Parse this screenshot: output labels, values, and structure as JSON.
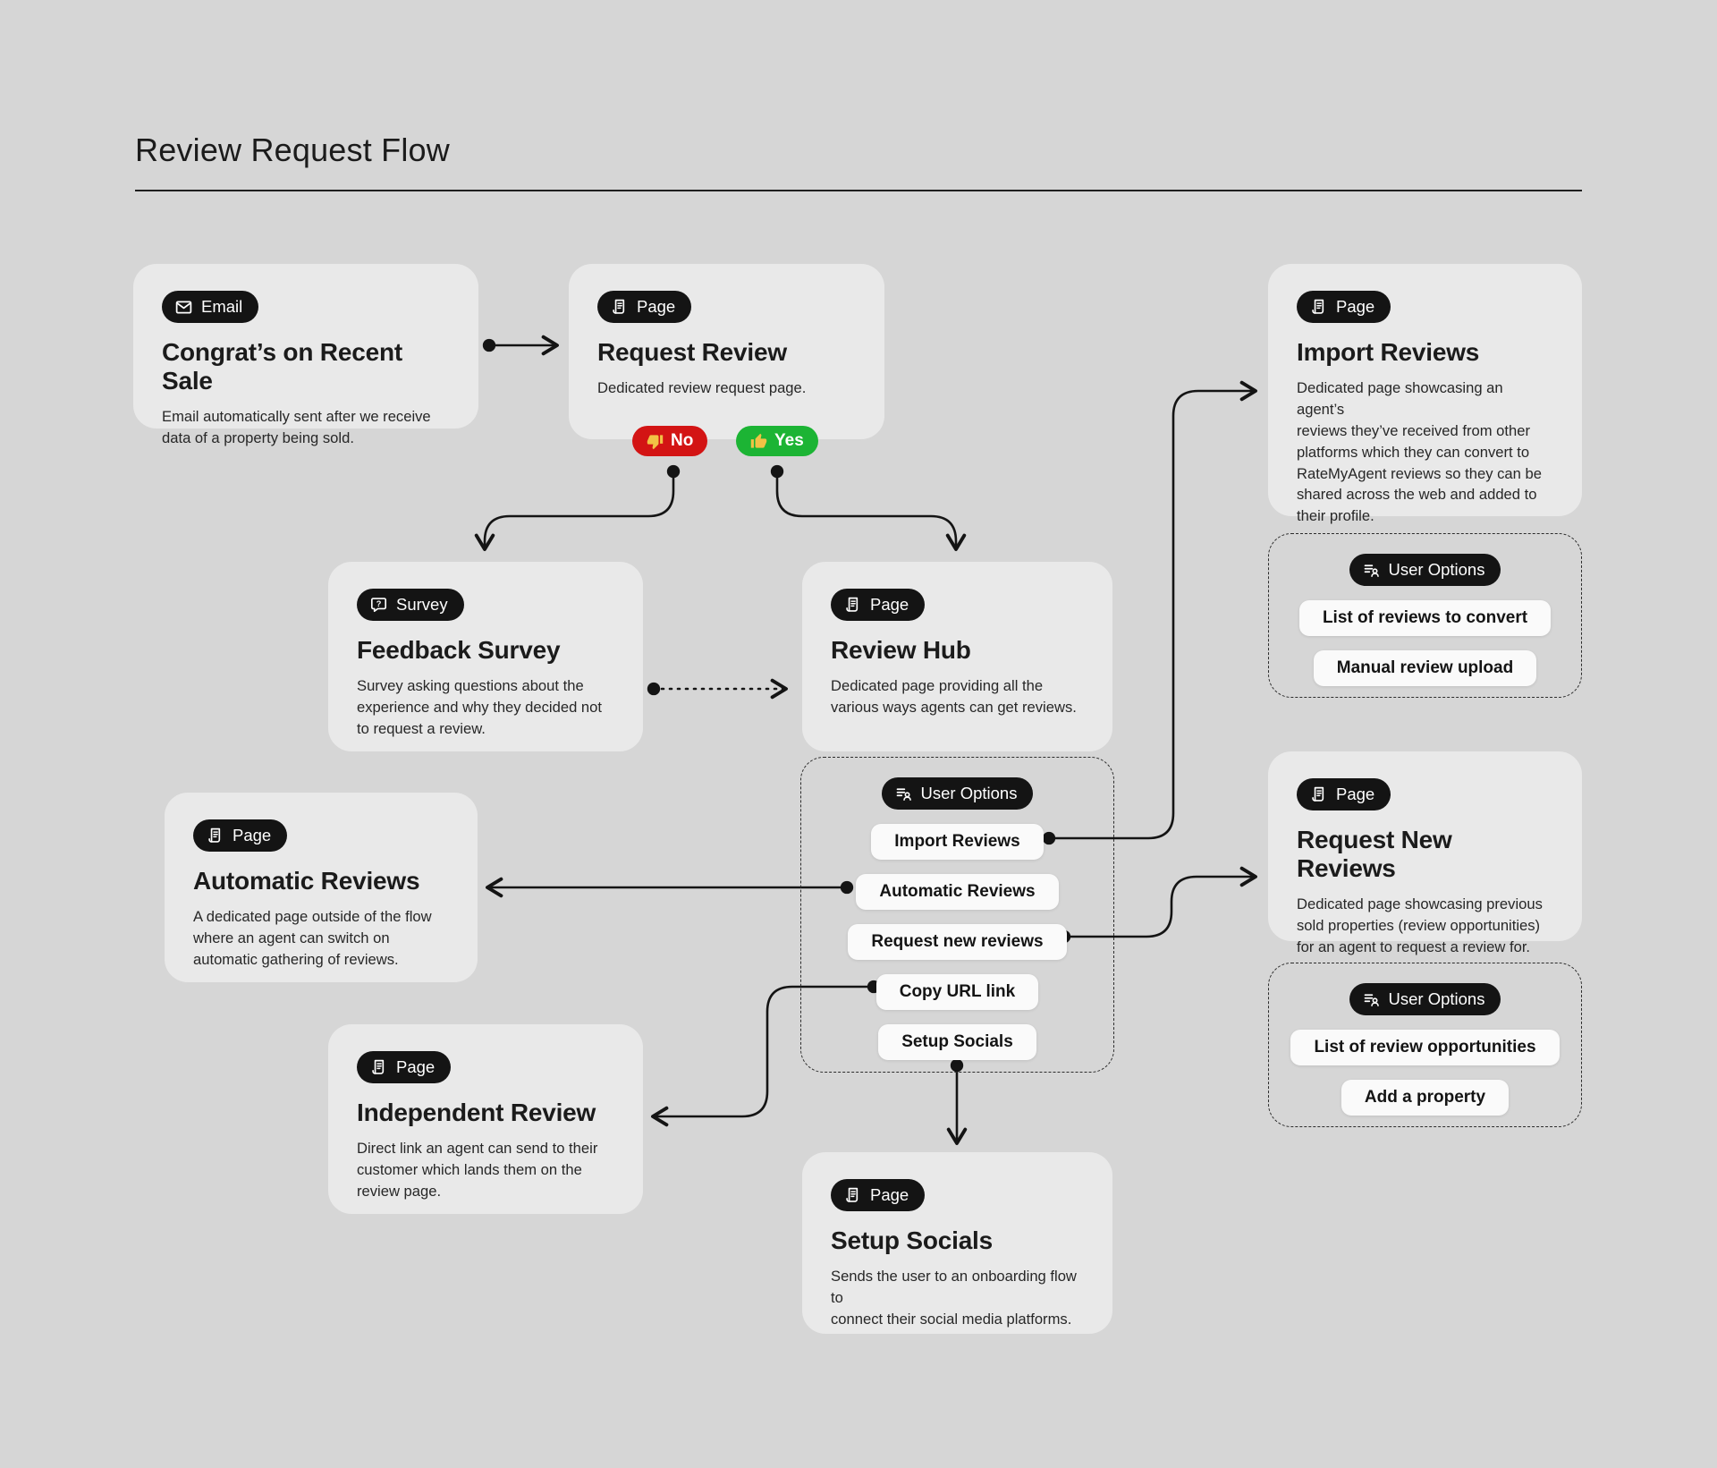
{
  "title": "Review Request Flow",
  "badges": {
    "email": "Email",
    "page": "Page",
    "survey": "Survey",
    "user_options": "User Options"
  },
  "nodes": {
    "email": {
      "title": "Congrat’s on Recent Sale",
      "desc": "Email automatically sent after we receive\ndata of a property being sold."
    },
    "request_review": {
      "title": "Request Review",
      "desc": "Dedicated review request page.",
      "no": "No",
      "yes": "Yes"
    },
    "import_reviews": {
      "title": "Import Reviews",
      "desc": "Dedicated page showcasing an agent’s\nreviews they’ve received from other\nplatforms which they can convert to\nRateMyAgent reviews so they can be\nshared across the web and added to\ntheir profile."
    },
    "import_options": {
      "items": [
        "List of reviews to convert",
        "Manual review upload"
      ]
    },
    "feedback_survey": {
      "title": "Feedback Survey",
      "desc": "Survey asking questions about the\nexperience and why they decided not\nto request a review."
    },
    "review_hub": {
      "title": "Review Hub",
      "desc": "Dedicated page providing all the\nvarious ways agents can get reviews."
    },
    "automatic_reviews": {
      "title": "Automatic Reviews",
      "desc": "A dedicated page outside of the flow\nwhere an agent can switch on\nautomatic gathering of reviews."
    },
    "hub_options": {
      "items": [
        "Import Reviews",
        "Automatic Reviews",
        "Request new reviews",
        "Copy URL link",
        "Setup Socials"
      ]
    },
    "request_new_reviews": {
      "title": "Request New Reviews",
      "desc": "Dedicated page showcasing previous\nsold properties (review opportunities)\nfor an agent to request a review for."
    },
    "request_options": {
      "items": [
        "List of review opportunities",
        "Add a property"
      ]
    },
    "independent_review": {
      "title": "Independent Review",
      "desc": "Direct link an agent can send to their\ncustomer which lands them on the\nreview page."
    },
    "setup_socials": {
      "title": "Setup Socials",
      "desc": "Sends the user to an onboarding flow to\nconnect their social media platforms."
    }
  },
  "icons": {
    "email_badge": "envelope-icon",
    "page_badge": "page-icon",
    "survey_badge": "question-bubble-icon",
    "user_options_badge": "list-person-icon",
    "no_button": "thumbs-down-icon",
    "yes_button": "thumbs-up-icon"
  },
  "colors": {
    "background": "#d6d6d6",
    "card": "#e9e9e9",
    "badge": "#141414",
    "option_pill": "#fafafa",
    "no_red": "#d31414",
    "yes_green": "#1cb434",
    "text": "#1b1b1b"
  }
}
